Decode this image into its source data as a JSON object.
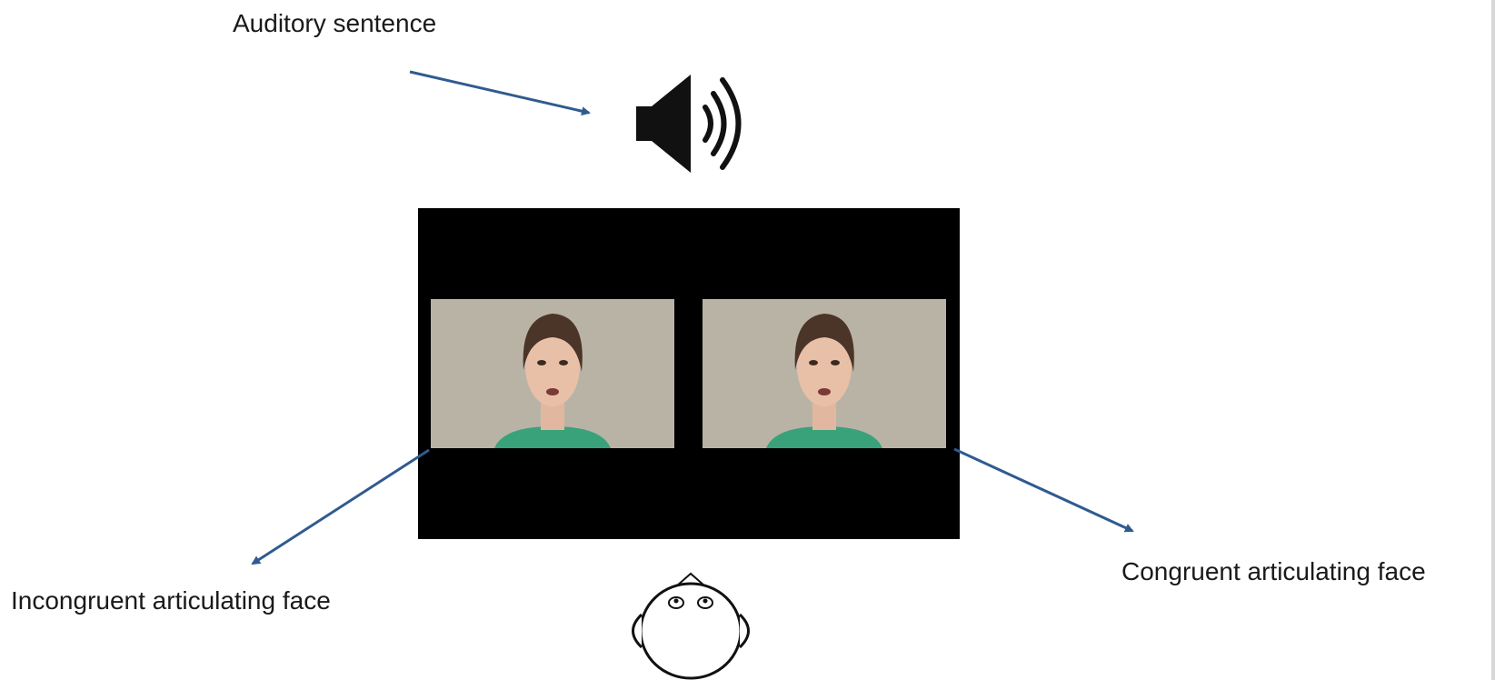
{
  "labels": {
    "auditory": "Auditory sentence",
    "incongruent": "Incongruent articulating face",
    "congruent": "Congruent articulating face"
  },
  "icons": {
    "sound": "speaker-icon",
    "observer": "observer-head-icon"
  },
  "colors": {
    "arrow": "#2f5b8f",
    "screen": "#000000",
    "video_background": "#b9b3a6",
    "shirt": "#3aa27a"
  }
}
